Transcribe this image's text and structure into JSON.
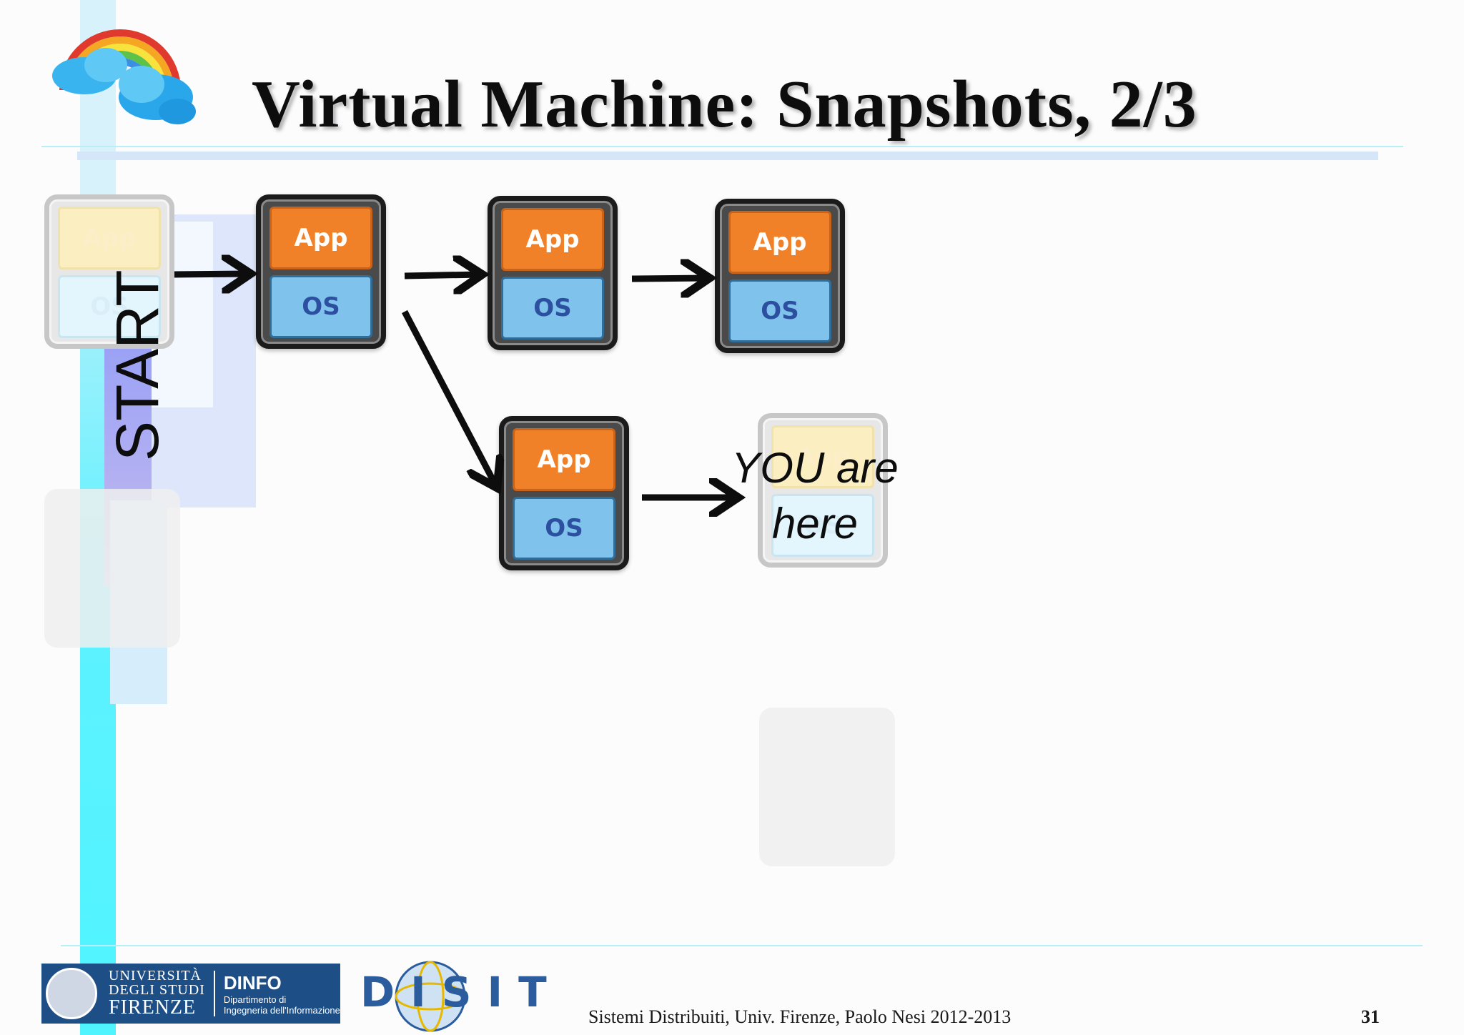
{
  "slide": {
    "title": "Virtual Machine: Snapshots, 2/3",
    "footer": "Sistemi Distribuiti, Univ. Firenze, Paolo Nesi 2012-2013",
    "page_number": "31"
  },
  "diagram": {
    "start_label": "START",
    "you_are_here": [
      "YOU are",
      "here"
    ],
    "vm": {
      "app_label": "App",
      "os_label": "OS"
    },
    "snapshots": [
      {
        "id": "start",
        "state": "faded"
      },
      {
        "id": "s1",
        "state": "active"
      },
      {
        "id": "s2",
        "state": "active"
      },
      {
        "id": "s3",
        "state": "active"
      },
      {
        "id": "s4",
        "state": "active"
      },
      {
        "id": "current",
        "state": "faded"
      }
    ],
    "arrows": [
      [
        "start",
        "s1"
      ],
      [
        "s1",
        "s2"
      ],
      [
        "s2",
        "s3"
      ],
      [
        "s1",
        "s4"
      ],
      [
        "s4",
        "current"
      ]
    ]
  },
  "logos": {
    "university": [
      "UNIVERSITÀ",
      "DEGLI STUDI",
      "FIRENZE"
    ],
    "dept_name": "DINFO",
    "dept_sub": [
      "Dipartimento di",
      "Ingegneria dell'Informazione"
    ],
    "lab": "DISIT"
  },
  "colors": {
    "app": "#f08128",
    "os": "#7fc3ec",
    "accent_bar": "#4ff4ff",
    "logo_blue": "#1d4e86"
  }
}
